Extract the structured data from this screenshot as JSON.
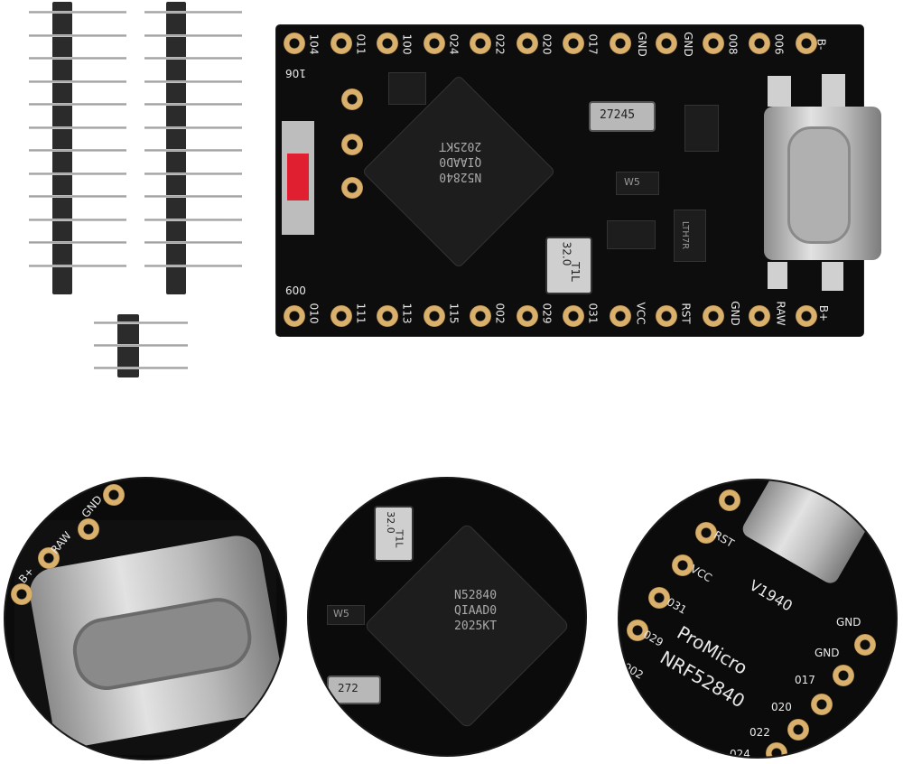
{
  "board_top_labels": [
    "104",
    "011",
    "100",
    "024",
    "022",
    "020",
    "017",
    "GND",
    "GND",
    "008",
    "006",
    "B-"
  ],
  "board_left_labels": [
    "106",
    "009"
  ],
  "board_bottom_labels": [
    "010",
    "111",
    "113",
    "115",
    "002",
    "029",
    "031",
    "VCC",
    "RST",
    "GND",
    "RAW",
    "B+"
  ],
  "chip_texts": {
    "main_mcu": [
      "N52840",
      "QIAAD0",
      "2025KT"
    ],
    "crystal_small": "27245",
    "crystal_large": [
      "32.0",
      "T1L"
    ],
    "small_component_1": "W5",
    "small_component_2": "LTH7R"
  },
  "zoom_left_labels": [
    "GND",
    "RAW",
    "B+"
  ],
  "zoom_middle_labels": [
    "32.0",
    "T1L",
    "N52840",
    "QIAAD0",
    "2025KT",
    "272",
    "W5"
  ],
  "zoom_right_labels": [
    "RST",
    "VCC",
    "031",
    "029",
    "002",
    "V1940",
    "GND",
    "GND",
    "017",
    "020",
    "022",
    "024",
    "ProMicro",
    "NRF52840"
  ],
  "colors": {
    "pcb": "#0d0d0d",
    "pad_gold": "#d9b06c",
    "silkscreen": "#e8e8e8",
    "pin_metal": "#b5b5b5",
    "header_plastic": "#2b2b2b",
    "led_red": "#e02030"
  }
}
